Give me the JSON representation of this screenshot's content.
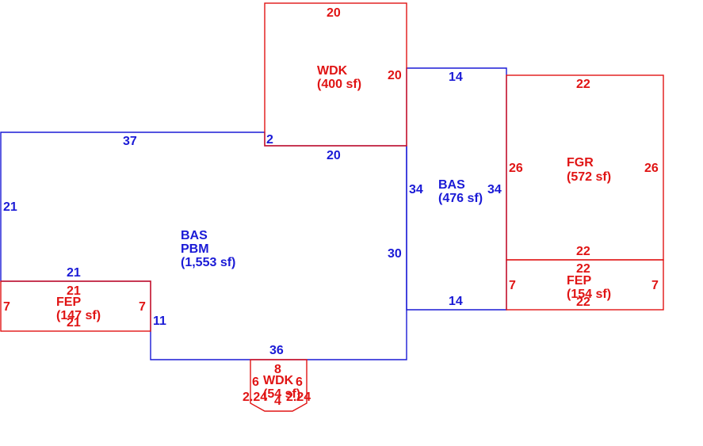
{
  "colors": {
    "main": "#1a1ad6",
    "accent": "#e01414",
    "background": "#ffffff"
  },
  "areas": {
    "bas_main": {
      "code1": "BAS",
      "code2": "PBM",
      "area": "(1,553 sf)"
    },
    "bas_right": {
      "code": "BAS",
      "area": "(476 sf)"
    },
    "wdk_top": {
      "code": "WDK",
      "area": "(400 sf)"
    },
    "fgr": {
      "code": "FGR",
      "area": "(572 sf)"
    },
    "fep_left": {
      "code": "FEP",
      "area": "(147 sf)"
    },
    "fep_right": {
      "code": "FEP",
      "area": "(154 sf)"
    },
    "wdk_bottom": {
      "code": "WDK",
      "area": "(54 sf)"
    }
  },
  "dimensions": {
    "bas_main_top": "37",
    "bas_main_left": "21",
    "bas_main_notch": "2",
    "bas_main_under_wdk": "20",
    "bas_main_right": "30",
    "bas_main_bottom": "36",
    "bas_main_lower_left": "11",
    "bas_main_step": "21",
    "bas_right_top": "14",
    "bas_right_left": "34",
    "bas_right_right": "34",
    "bas_right_bottom": "14",
    "wdk_top_top": "20",
    "wdk_top_right": "20",
    "fgr_top": "22",
    "fgr_left": "26",
    "fgr_right": "26",
    "fgr_bottom": "22",
    "fep_right_top": "22",
    "fep_right_left": "7",
    "fep_right_right": "7",
    "fep_right_bottom": "22",
    "fep_left_top": "21",
    "fep_left_left": "7",
    "fep_left_right": "7",
    "fep_left_bottom": "21",
    "wdk_bottom_top": "8",
    "wdk_bottom_left": "6",
    "wdk_bottom_right": "6",
    "wdk_bottom_diag_left": "2.24",
    "wdk_bottom_diag_right": "2.24",
    "wdk_bottom_bottom": "4"
  }
}
